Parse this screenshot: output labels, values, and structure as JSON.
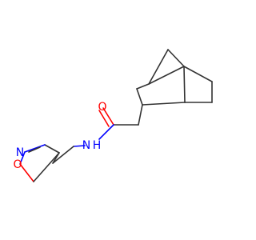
{
  "molecule": {
    "colors": {
      "bond": "#333333",
      "oxygen": "#ff0000",
      "nitrogen": "#0000ff"
    },
    "labels": {
      "carbonyl_oxygen": "O",
      "amide_nitrogen": "N",
      "amide_hydrogen": "H",
      "isoxazole_nitrogen": "N",
      "isoxazole_oxygen": "O"
    }
  }
}
